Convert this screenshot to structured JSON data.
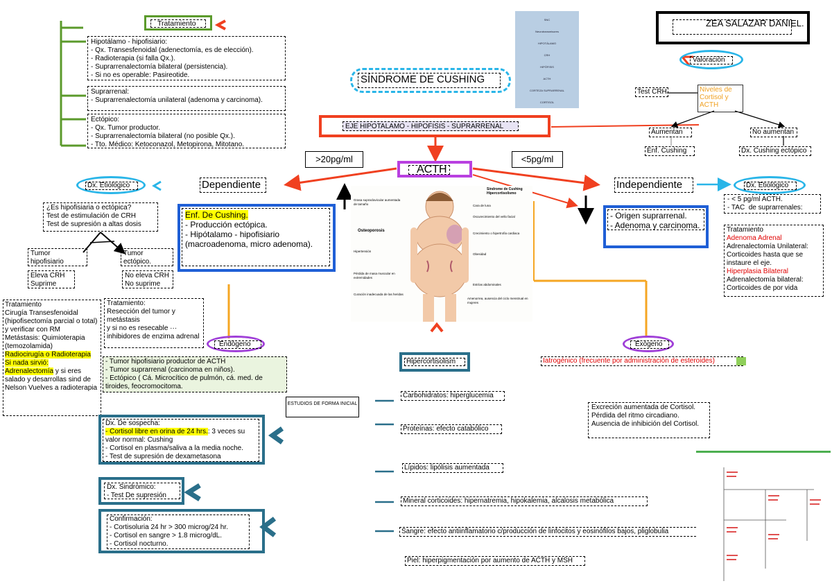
{
  "author": "ZEA SALAZAR DANIEL.",
  "title": "SÍNDROME DE CUSHING",
  "axis_label": "EJE HIPOTALAMO - HIPOFISIS - SUPRARRENAL",
  "acth": "ACTH",
  "gt20": ">20pg/ml",
  "lt5": "<5pg/ml",
  "dependiente": "Dependiente",
  "independiente": "Independiente",
  "dx_etiologico": "Dx. Etiológico",
  "valoracion": "Valoración",
  "tratamiento_label": "Tratamiento",
  "tratamiento_top": [
    {
      "heading": "Hipotálamo - hipofisiario:",
      "items": [
        "- Qx. Transesfenoidal (adenectomía, es de elección).",
        "- Radioterapia (si falla Qx.).",
        "- Suprarrenalectomía bilateral (persistencia).",
        "- Si no es operable: Pasireotide."
      ]
    },
    {
      "heading": "Suprarrenal:",
      "items": [
        "- Suprarrenalectomía unilateral (adenoma y carcinoma)."
      ]
    },
    {
      "heading": "Ectópico:",
      "items": [
        "- Qx. Tumor productor.",
        "- Suprarrenalectomía bilateral (no posible Qx.).",
        "- Tto. Médico: Ketoconazol, Metopirona, Mitotano."
      ]
    }
  ],
  "test_crh": "Test CRH",
  "niveles": "Niveles de Cortisol y ACTH",
  "aumentan": "Aumentan",
  "enf_cushing_small": "Enf. Cushing",
  "no_aumentan": "No aumentan",
  "dx_cushing_ectopico": "Dx. Cushing ectópico",
  "q_hipofisiaria": [
    "¿Es hipofisiaria o ectópica?",
    "Test de estimulación de CRH",
    "Test de supresión a altas dosis"
  ],
  "enf_box": {
    "title": "Enf. De Cushing.",
    "lines": [
      "- Producción ectópica.",
      "- Hipótalamo - hipofisiario (macroadenoma, micro adenoma)."
    ]
  },
  "origen": [
    "- Origen suprarrenal.",
    "- Adenoma y carcinoma."
  ],
  "indep_info": [
    "- < 5 pg/ml ACTH.",
    "- TAC  de suprarrenales:"
  ],
  "indep_tx": {
    "heading": "Tratamiento",
    "a_title": "Adenoma Adrenal",
    "a_lines": [
      "Adrenalectomía Unilateral:",
      "Corticoides hasta que se instaure el eje."
    ],
    "b_title": "Hiperplasia Bilateral",
    "b_lines": [
      "Adrenalectomía bilateral:",
      "Corticoides de por vida"
    ]
  },
  "tumor_hipo": "Tumor hipofisiario",
  "tumor_ecto": "Tumor ectópico.",
  "eleva": "Eleva CRH Suprime",
  "no_eleva": "No eleva CRH No suprime",
  "tx_left": {
    "heading": "Tratamiento",
    "lines": [
      "Cirugía Transesfenoidal (hipofisectomía parcial o total) y verificar con RM",
      "Metástasis: Quimioterapia (temozolamida)"
    ],
    "hl1": "Radiocirugía o Radioterapia",
    "hl2": "Si nada sirvió:",
    "hl3": "Adrenalectomía",
    "tail": " y si eres salado y desarrollas sind de Nelson Vuelves a radioterapia"
  },
  "tx_mid": {
    "heading": "Tratamiento:",
    "lines": [
      "Resección del tumor y metástasis",
      "y si no es resecable ··· inhibidores de enzima adrenal"
    ]
  },
  "endogeno": "Endógeno",
  "exogeno": "Exógeno",
  "endo_list": [
    "- Tumor hipofisiario productor de ACTH",
    "- Tumor suprarrenal (carcinoma en niños).",
    "- Ectópico ( Cá. Microcítico de pulmón, cá. med. de tiroides, feocromocitoma."
  ],
  "iatrogenico": "Iatrogénico (frecuente por administración de esteroides)",
  "hipercortisolismo": "Hipercortisolism",
  "estudios": "ESTUDIOS DE FORMA INICIAL",
  "dx_sospecha": {
    "heading": "Dx. De sospecha:",
    "hl": "- Cortisol libre en orina de 24 hrs.",
    "hl_tail": ": 3 veces su valor normal: Cushing",
    "lines": [
      "- Cortisol en plasma/saliva a la media noche.",
      "- Test de supresión de dexametasona"
    ]
  },
  "dx_sindromico": {
    "heading": "Dx. Sindrómico:",
    "lines": [
      "- Test De supresión"
    ]
  },
  "confirmacion": {
    "heading": "Confirmación:",
    "lines": [
      "- Cortisoluria 24 hr > 300 microg/24 hr.",
      "- Cortisol en sangre > 1.8 microg/dL.",
      "- Cortisol nocturno."
    ]
  },
  "effects": [
    "Carbohidratos: hiperglucemia",
    "Proteínas: efecto catabólico",
    "Lípidos: lipólisis aumentada",
    "Mineral corticoides: hipernatremia, hipokalemia, alcalosis metabólica",
    "Sangre: efecto antiinflamatorio c/producción de linfocitos y eosinófilos bajos, pliglobulia",
    "Piel: hiperpigmentación por aumento de ACTH y MSH"
  ],
  "excrecion": [
    "Excreción aumentada de Cortisol.",
    "Pérdida del ritmo circadiano.",
    "Ausencia de inhibición del Cortisol."
  ],
  "figure": {
    "title": "Síndrome de Cushing Hipercortisolismo",
    "left": [
      "Grasa supraclavicular aumentada de tamaño",
      "Osteoporosis",
      "Hipertensión",
      "Pérdida de masa muscular en extremidades",
      "Curación inadecuada de las heridas"
    ],
    "right": [
      "Cara de luna",
      "Oscurecimiento del vello facial",
      "Crecimiento o hipertrofia cardiaca",
      "Obesidad",
      "Estrías abdominales",
      "Amenorrea, ausencia del ciclo menstrual en mujeres"
    ]
  },
  "axis_fig": [
    "SNC",
    "Neurotransmisores",
    "HIPOTÁLAMO",
    "CRH",
    "HIPÓFISIS",
    "ACTH",
    "CORTEZA SUPRARRENAL",
    "CORTISOL"
  ]
}
